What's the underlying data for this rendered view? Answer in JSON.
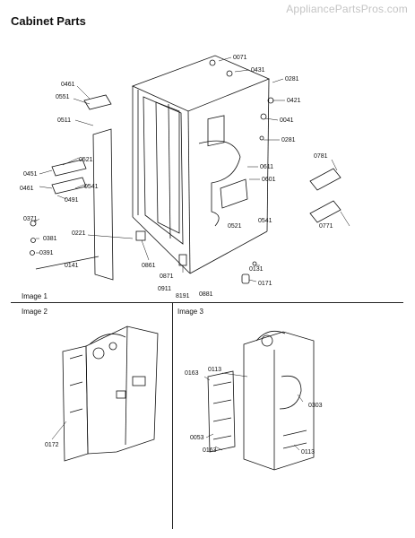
{
  "site": {
    "watermark": "AppliancePartsPros.com"
  },
  "page_title": "Cabinet Parts",
  "images": [
    {
      "caption": "Image 1"
    },
    {
      "caption": "Image 2"
    },
    {
      "caption": "Image 3"
    }
  ],
  "image1_parts": [
    "0071",
    "0431",
    "0281",
    "0421",
    "0041",
    "0281",
    "0781",
    "0611",
    "0601",
    "0521",
    "0541",
    "0771",
    "0461",
    "0551",
    "0511",
    "0451",
    "0521",
    "0461",
    "0541",
    "0491",
    "0371",
    "0381",
    "0391",
    "0221",
    "0141",
    "0861",
    "0871",
    "0911",
    "8191",
    "0881",
    "0131",
    "0171"
  ],
  "image2_parts": [
    "0172"
  ],
  "image3_parts": [
    "0113",
    "0163",
    "0303",
    "0053",
    "0163",
    "0113"
  ]
}
